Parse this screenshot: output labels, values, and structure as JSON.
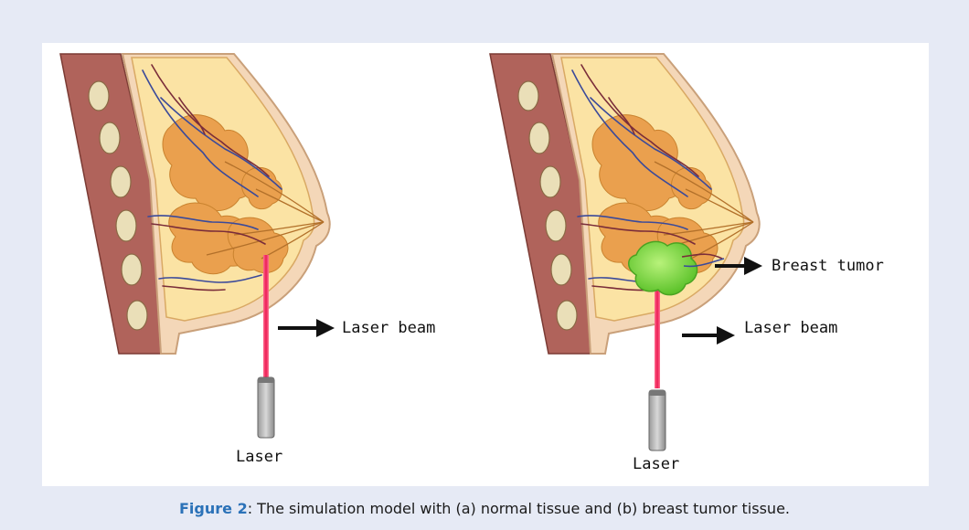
{
  "figure": {
    "label": "Figure 2",
    "caption_text": ": The simulation model with (a) normal tissue and (b) breast tumor tissue."
  },
  "panel_a": {
    "laser_beam_label": "Laser beam",
    "laser_label": "Laser"
  },
  "panel_b": {
    "tumor_label": "Breast tumor",
    "laser_beam_label": "Laser beam",
    "laser_label": "Laser"
  },
  "colors": {
    "background": "#e6eaf5",
    "panel": "#ffffff",
    "muscle": "#b0635b",
    "fat": "#fbe3a4",
    "gland": "#eaa04e",
    "skin": "#f4d7b8",
    "beam": "#ec1d55",
    "tumor": "#7cd63d",
    "vein": "#3b4a9a",
    "artery": "#7a2d3a",
    "caption_label": "#2b72b8"
  }
}
